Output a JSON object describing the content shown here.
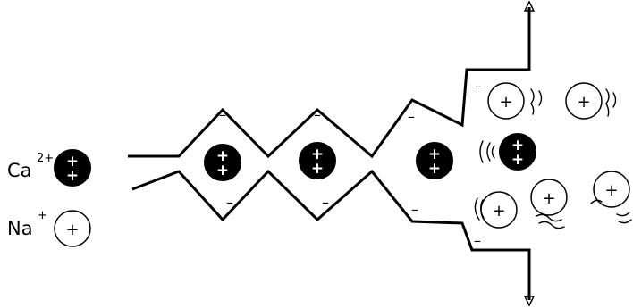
{
  "legend": {
    "calcium_label": "Ca",
    "calcium_charge": "2+",
    "sodium_label": "Na",
    "sodium_charge": "+"
  },
  "symbols": {
    "plus": "+",
    "minus": "–"
  },
  "colors": {
    "stroke": "#000000",
    "calcium_ion_fill": "#000000",
    "sodium_ion_fill": "#ffffff"
  }
}
